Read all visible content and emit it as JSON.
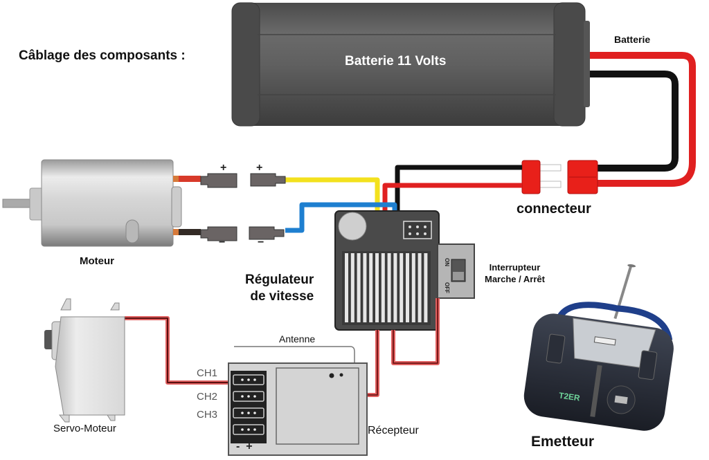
{
  "title": "Câblage des composants :",
  "battery": {
    "label": "Batterie 11 Volts",
    "lead_label": "Batterie"
  },
  "connector": {
    "label": "connecteur"
  },
  "motor": {
    "label": "Moteur",
    "plus_sign": "+",
    "minus_sign": "−"
  },
  "esc": {
    "label_line1": "Régulateur",
    "label_line2": "de vitesse",
    "switch_on": "ON",
    "switch_off": "OFF"
  },
  "switch": {
    "label_line1": "Interrupteur",
    "label_line2": "Marche / Arrêt"
  },
  "receiver": {
    "label": "Récepteur",
    "antenna_label": "Antenne",
    "channels": [
      "CH1",
      "CH2",
      "CH3"
    ],
    "polarity": "-  +"
  },
  "servo": {
    "label": "Servo-Moteur"
  },
  "transmitter": {
    "label": "Emetteur",
    "model": "T2ER"
  },
  "colors": {
    "wire_red": "#e02020",
    "wire_black": "#111111",
    "wire_yellow": "#f3e11e",
    "wire_blue": "#1e7fd0",
    "battery_body": "#5a5a5a",
    "esc_body": "#4a4a4a",
    "connector_red": "#e8201a"
  }
}
